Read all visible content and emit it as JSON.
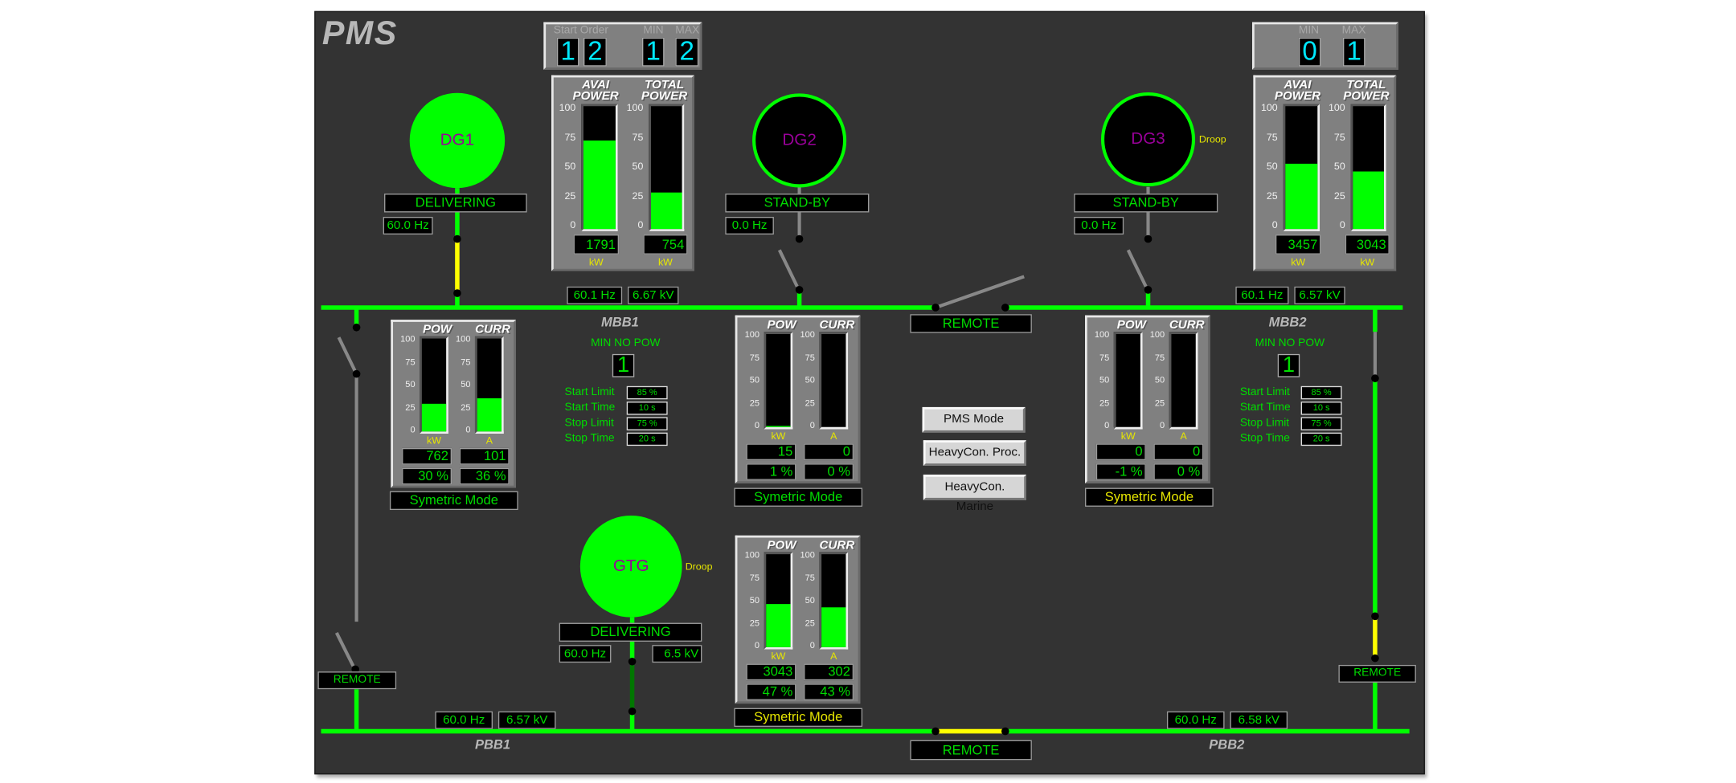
{
  "app": {
    "title": "PMS"
  },
  "start_order": {
    "label": "Start Order",
    "min_label": "MIN",
    "max_label": "MAX",
    "order": [
      "1",
      "2"
    ],
    "min": "1",
    "max": "2"
  },
  "mbb2_limits": {
    "min_label": "MIN",
    "max_label": "MAX",
    "min": "0",
    "max": "1"
  },
  "gauge_scale": [
    "100",
    "75",
    "50",
    "25",
    "0"
  ],
  "power_panels": [
    {
      "avai_label_1": "AVAI",
      "avai_label_2": "POWER",
      "total_label_1": "TOTAL",
      "total_label_2": "POWER",
      "avai_value": "1791",
      "total_value": "754",
      "unit": "kW",
      "avai_fill_pct": 72,
      "total_fill_pct": 30
    },
    {
      "avai_label_1": "AVAI",
      "avai_label_2": "POWER",
      "total_label_1": "TOTAL",
      "total_label_2": "POWER",
      "avai_value": "3457",
      "total_value": "3043",
      "unit": "kW",
      "avai_fill_pct": 53,
      "total_fill_pct": 47
    }
  ],
  "generators": [
    {
      "name": "DG1",
      "status": "DELIVERING",
      "frequency": "60.0 Hz",
      "state": "running"
    },
    {
      "name": "DG2",
      "status": "STAND-BY",
      "frequency": "0.0 Hz",
      "state": "standby"
    },
    {
      "name": "DG3",
      "status": "STAND-BY",
      "frequency": "0.0 Hz",
      "state": "standby",
      "mode_tag": "Droop"
    },
    {
      "name": "GTG",
      "status": "DELIVERING",
      "frequency": "60.0 Hz",
      "voltage": "6.5 kV",
      "state": "running",
      "mode_tag": "Droop"
    }
  ],
  "gen_panels": [
    {
      "pow_label": "POW",
      "curr_label": "CURR",
      "pow_unit": "kW",
      "curr_unit": "A",
      "power": "762",
      "current": "101",
      "power_pct": "30 %",
      "current_pct": "36 %",
      "power_fill": 30,
      "current_fill": 36,
      "mode": "Symetric Mode",
      "mode_color": "#00dd00"
    },
    {
      "pow_label": "POW",
      "curr_label": "CURR",
      "pow_unit": "kW",
      "curr_unit": "A",
      "power": "15",
      "current": "0",
      "power_pct": "1 %",
      "current_pct": "0 %",
      "power_fill": 1,
      "current_fill": 0,
      "mode": "Symetric Mode",
      "mode_color": "#00dd00"
    },
    {
      "pow_label": "POW",
      "curr_label": "CURR",
      "pow_unit": "kW",
      "curr_unit": "A",
      "power": "0",
      "current": "0",
      "power_pct": "-1 %",
      "current_pct": "0 %",
      "power_fill": 0,
      "current_fill": 0,
      "mode": "Symetric Mode",
      "mode_color": "#e6e600"
    },
    {
      "pow_label": "POW",
      "curr_label": "CURR",
      "pow_unit": "kW",
      "curr_unit": "A",
      "power": "3043",
      "current": "302",
      "power_pct": "47 %",
      "current_pct": "43 %",
      "power_fill": 47,
      "current_fill": 43,
      "mode": "Symetric Mode",
      "mode_color": "#e6e600"
    }
  ],
  "buses": {
    "mbb1": {
      "label": "MBB1",
      "frequency": "60.1 Hz",
      "voltage": "6.67 kV"
    },
    "mbb2": {
      "label": "MBB2",
      "frequency": "60.1 Hz",
      "voltage": "6.57 kV"
    },
    "pbb1": {
      "label": "PBB1",
      "frequency": "60.0 Hz",
      "voltage": "6.57 kV"
    },
    "pbb2": {
      "label": "PBB2",
      "frequency": "60.0 Hz",
      "voltage": "6.58 kV"
    }
  },
  "bus_controls": [
    {
      "min_no_pow_label": "MIN NO POW",
      "min_no_pow": "1",
      "rows": [
        {
          "label": "Start Limit",
          "value": "85 %"
        },
        {
          "label": "Start Time",
          "value": "10 s"
        },
        {
          "label": "Stop Limit",
          "value": "75 %"
        },
        {
          "label": "Stop Time",
          "value": "20 s"
        }
      ]
    },
    {
      "min_no_pow_label": "MIN NO POW",
      "min_no_pow": "1",
      "rows": [
        {
          "label": "Start Limit",
          "value": "85 %"
        },
        {
          "label": "Start Time",
          "value": "10 s"
        },
        {
          "label": "Stop Limit",
          "value": "75 %"
        },
        {
          "label": "Stop Time",
          "value": "20 s"
        }
      ]
    }
  ],
  "remote_labels": {
    "mbb_tie": "REMOTE",
    "pbb_tie": "REMOTE",
    "left_tie": "REMOTE",
    "right_tie": "REMOTE"
  },
  "buttons": {
    "pms_mode": "PMS Mode",
    "heavycon_proc": "HeavyCon. Proc.",
    "heavycon_marine": "HeavyCon. Marine"
  },
  "colors": {
    "background": "#333333",
    "energized": "#00ff00",
    "closed_breaker": "#ffff00",
    "deenergized": "#888888",
    "text_green": "#00dd00",
    "digit_cyan": "#00e8ff",
    "gen_label": "#990099",
    "warning_yellow": "#e6e600"
  }
}
